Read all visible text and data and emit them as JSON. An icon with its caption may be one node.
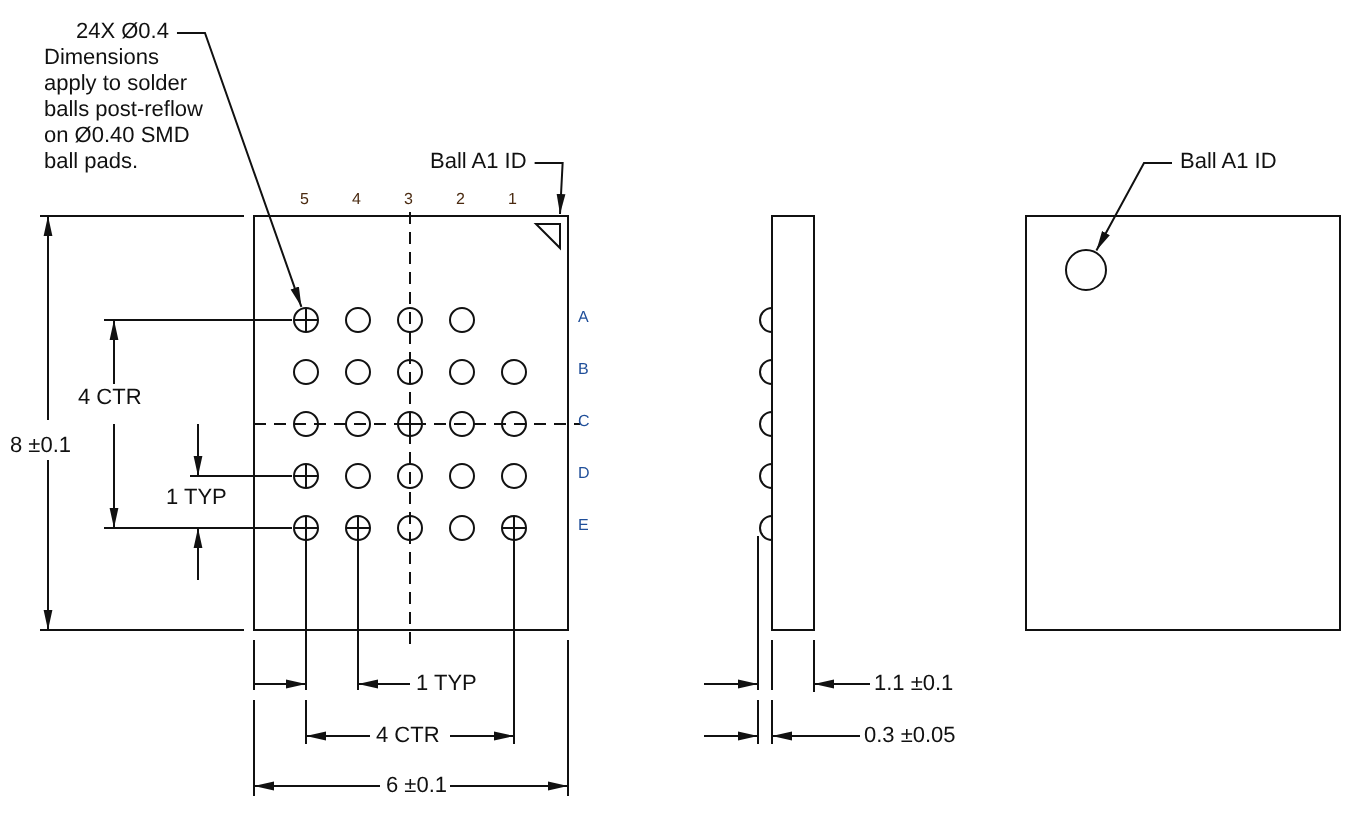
{
  "diagram": {
    "nodes": [
      {
        "text": [
          "24X Ø0.4",
          "Dimensions apply to solder balls post-reflow on Ø0.40 SMD ball pads."
        ]
      },
      {
        "text": [],
        "shape": "circle"
      },
      {
        "text": [
          "Ball A1 ID"
        ]
      },
      {
        "text": [],
        "shape": "triangle"
      },
      {
        "text": [
          "Ball A1 ID"
        ]
      },
      {
        "text": [],
        "shape": "circle"
      }
    ],
    "edges": [
      {
        "from": 0,
        "to": 1,
        "arrow": "to"
      },
      {
        "from": 2,
        "to": 3,
        "arrow": "to"
      },
      {
        "from": 4,
        "to": 5,
        "arrow": "to"
      }
    ],
    "labels": [
      "5",
      "4",
      "3",
      "2",
      "1",
      "A",
      "B",
      "C",
      "D",
      "E",
      "8 ±0.1",
      "4 CTR",
      "1 TYP",
      "1 TYP",
      "4 CTR",
      "6 ±0.1",
      "1.1 ±0.1",
      "0.3 ±0.05"
    ]
  }
}
